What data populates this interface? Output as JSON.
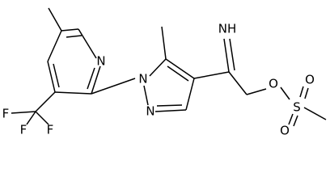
{
  "molecule": {
    "atoms": {
      "pyridine_n": "N",
      "pyrazole_n1": "N",
      "pyrazole_n2": "N",
      "imine_nh": "NH",
      "ester_o": "O",
      "sulfur": "S",
      "sulfonyl_o_top": "O",
      "sulfonyl_o_bottom": "O",
      "fluorine_1": "F",
      "fluorine_2": "F",
      "fluorine_3": "F"
    }
  }
}
